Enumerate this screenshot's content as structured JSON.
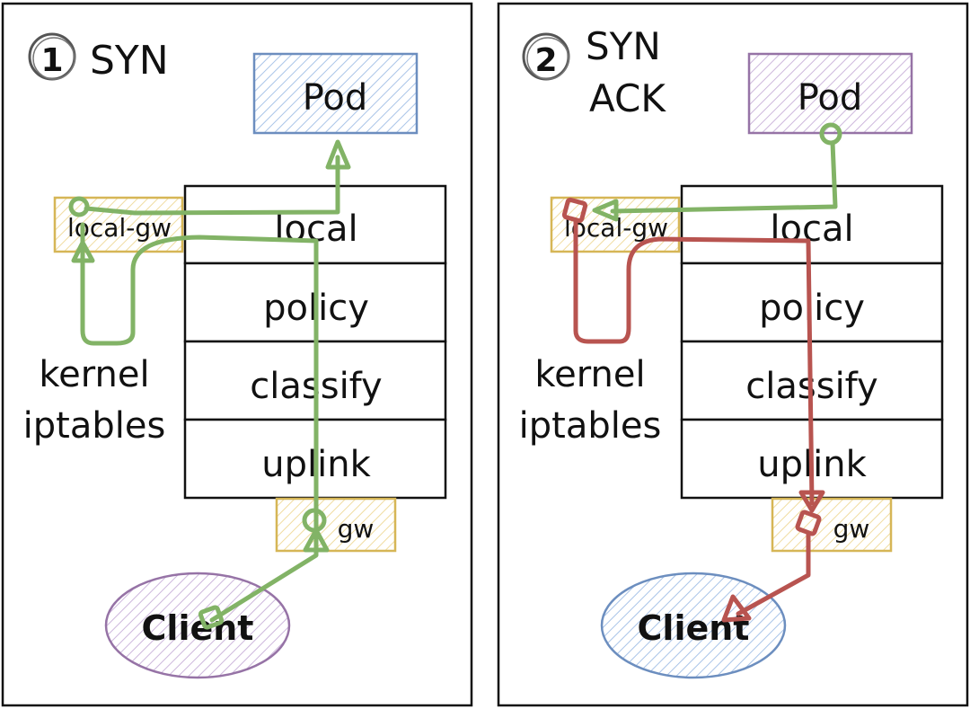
{
  "panels": [
    {
      "step_number": "1",
      "title": "SYN",
      "pod": {
        "label": "Pod",
        "color": "#6c8ebf"
      },
      "client": {
        "label": "Client",
        "color": "#9673a6"
      },
      "local_gw": {
        "label": "local-gw"
      },
      "gw": {
        "label": "gw"
      },
      "layers": [
        "local",
        "policy",
        "classify",
        "uplink"
      ],
      "kernel_label": [
        "kernel",
        "iptables"
      ],
      "path_color": "#82b366"
    },
    {
      "step_number": "2",
      "title": "SYN",
      "title_line2": "ACK",
      "pod": {
        "label": "Pod",
        "color": "#9673a6"
      },
      "client": {
        "label": "Client",
        "color": "#6c8ebf"
      },
      "local_gw": {
        "label": "local-gw"
      },
      "gw": {
        "label": "gw"
      },
      "layers": [
        "local",
        "policy",
        "classify",
        "uplink"
      ],
      "kernel_label": [
        "kernel",
        "iptables"
      ],
      "path_color": "#82b366",
      "return_path_color": "#b85450"
    }
  ],
  "colors": {
    "gateway_box": "#d6b656",
    "hatch_pod_blue": "#dae8fc",
    "hatch_pod_purple": "#e1d5e7",
    "gateway_fill": "#fff2cc"
  }
}
